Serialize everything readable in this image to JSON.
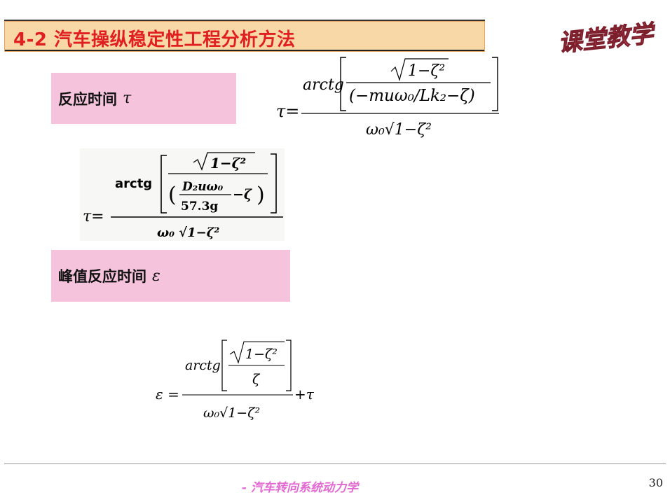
{
  "slide": {
    "title": "4-2 汽车操纵稳定性工程分析方法",
    "logo_text": "课堂教学",
    "label1_text": "反应时间",
    "label1_symbol": "τ",
    "label2_text": "峰值反应时间",
    "label2_symbol": "ε",
    "footer_text": "- 汽车转向系统动力学",
    "page_number": "30"
  },
  "formulas": {
    "f1": {
      "lhs": "τ=",
      "func": "arctg",
      "sqrt_term": "1−ζ²",
      "denominator_inner": "(−muω₀/Lk₂−ζ)",
      "outer_denominator": "ω₀√1−ζ²"
    },
    "f2": {
      "lhs": "τ=",
      "func": "arctg",
      "sqrt_term": "1−ζ²",
      "frac_num": "D₂uω₀",
      "frac_den": "57.3g",
      "minus_zeta": "−ζ",
      "outer_denominator": "ω₀ √1−ζ²"
    },
    "f3": {
      "lhs": "ε =",
      "func": "arctg",
      "sqrt_term": "1−ζ²",
      "inner_den": "ζ",
      "plus_term": "+τ",
      "outer_denominator": "ω₀√1−ζ²"
    }
  },
  "colors": {
    "title_bg": "#f9d8a8",
    "title_text": "#e02020",
    "label_bg": "#f5c4dc",
    "footer_text": "#e06ad0",
    "logo_fill": "#c8475a"
  }
}
